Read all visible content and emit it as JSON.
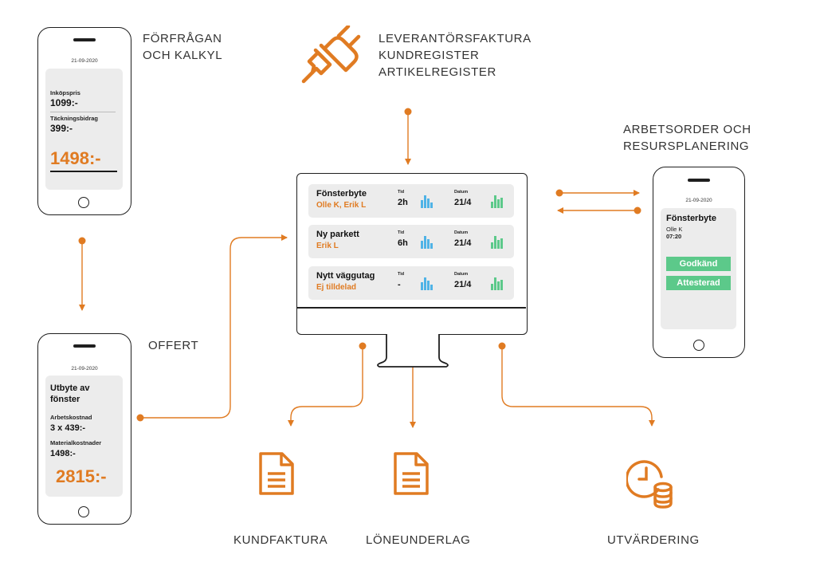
{
  "captions": {
    "forfragan": [
      "FÖRFRÅGAN",
      "OCH KALKYL"
    ],
    "integrations": [
      "LEVERANTÖRSFAKTURA",
      "KUNDREGISTER",
      "ARTIKELREGISTER"
    ],
    "arbetsorder": [
      "ARBETSORDER OCH",
      "RESURSPLANERING"
    ],
    "offert": "OFFERT",
    "kundfaktura": "KUNDFAKTURA",
    "loneunderlag": "LÖNEUNDERLAG",
    "utvardering": "UTVÄRDERING"
  },
  "phone_kalkyl": {
    "date": "21-09-2020",
    "label1": "Inköpspris",
    "value1": "1099:-",
    "label2": "Täckningsbidrag",
    "value2": "399:-",
    "total": "1498:-"
  },
  "phone_offert": {
    "date": "21-09-2020",
    "title1": "Utbyte av",
    "title2": "fönster",
    "label1": "Arbetskostnad",
    "value1": "3 x 439:-",
    "label2": "Materialkostnader",
    "value2": "1498:-",
    "total": "2815:-"
  },
  "phone_order": {
    "date": "21-09-2020",
    "title": "Fönsterbyte",
    "person": "Olle K",
    "time": "07:20",
    "btn1": "Godkänd",
    "btn2": "Attesterad"
  },
  "monitor": {
    "tid_label": "Tid",
    "datum_label": "Datum",
    "rows": [
      {
        "title": "Fönsterbyte",
        "assignee": "Olle K, Erik L",
        "tid": "2h",
        "datum": "21/4"
      },
      {
        "title": "Ny parkett",
        "assignee": "Erik L",
        "tid": "6h",
        "datum": "21/4"
      },
      {
        "title": "Nytt väggutag",
        "assignee": "Ej tilldelad",
        "tid": "-",
        "datum": "21/4"
      }
    ]
  },
  "colors": {
    "accent": "#e07b22",
    "blue": "#4fb3e6",
    "green": "#5cc98a",
    "line": "#1f1f1f"
  },
  "icons": [
    "plug-icon",
    "document-icon",
    "document-icon",
    "clock-coins-icon"
  ]
}
